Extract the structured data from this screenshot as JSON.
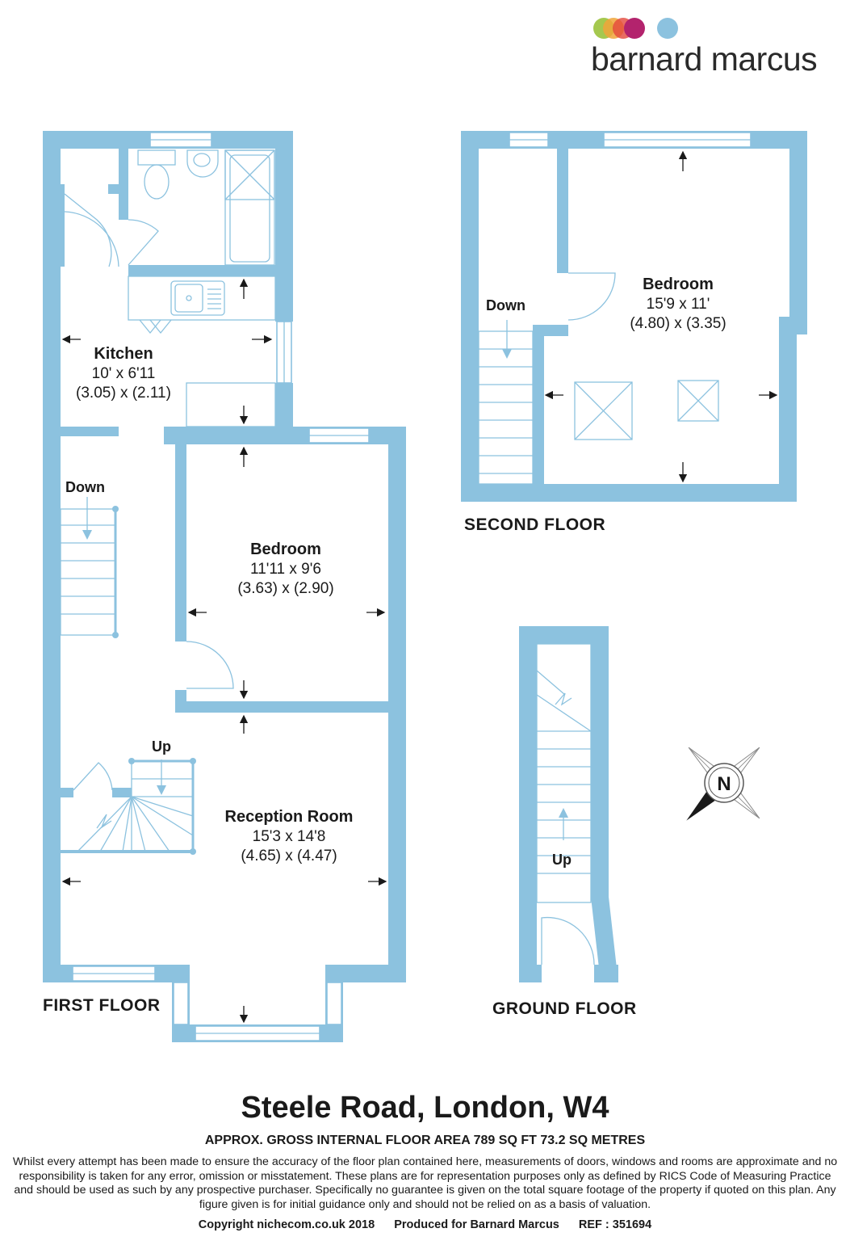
{
  "brand": {
    "name": "barnard marcus",
    "dot_colors": [
      "#9bc23c",
      "#f0a43a",
      "#e4473b",
      "#b3236d",
      "#8cc2df"
    ]
  },
  "colors": {
    "wall": "#8cc2df",
    "text": "#1a1a1a"
  },
  "floors": {
    "first": "FIRST FLOOR",
    "second": "SECOND FLOOR",
    "ground": "GROUND FLOOR"
  },
  "rooms": {
    "kitchen": {
      "name": "Kitchen",
      "imperial": "10' x 6'11",
      "metric": "(3.05) x (2.11)"
    },
    "bedroom_first": {
      "name": "Bedroom",
      "imperial": "11'11 x 9'6",
      "metric": "(3.63) x (2.90)"
    },
    "reception": {
      "name": "Reception Room",
      "imperial": "15'3 x 14'8",
      "metric": "(4.65) x (4.47)"
    },
    "bedroom_second": {
      "name": "Bedroom",
      "imperial": "15'9 x 11'",
      "metric": "(4.80) x (3.35)"
    }
  },
  "stairs": {
    "first_down": "Down",
    "first_up": "Up",
    "second_down": "Down",
    "ground_up": "Up"
  },
  "compass": {
    "label": "N"
  },
  "property": {
    "address": "Steele Road, London, W4",
    "area": "APPROX. GROSS INTERNAL FLOOR AREA 789 SQ FT 73.2 SQ METRES",
    "disclaimer": "Whilst every attempt has been made to ensure the accuracy of the floor plan contained here, measurements of doors, windows and rooms are approximate and no responsibility is taken for any error, omission or misstatement. These plans are for representation purposes only as defined by RICS Code of Measuring Practice and should be used as such by any prospective purchaser.  Specifically no guarantee is given on the total square footage of the property if quoted on this plan. Any figure given is for initial guidance only and should not be relied on as a basis of valuation."
  },
  "footer": {
    "copyright": "Copyright nichecom.co.uk 2018",
    "produced": "Produced for Barnard Marcus",
    "ref": "REF : 351694"
  }
}
